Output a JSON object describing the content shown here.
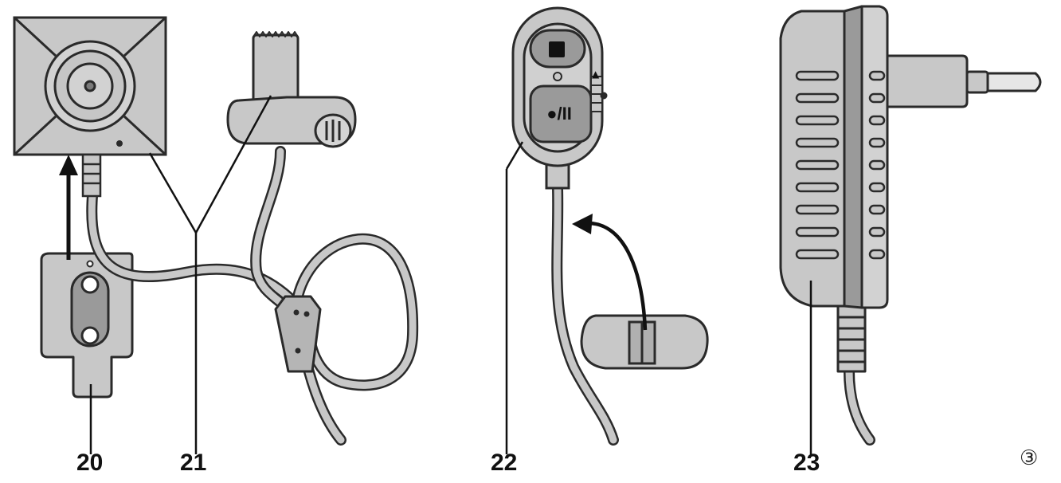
{
  "labels": {
    "camera_mount": "20",
    "camera_microphone": "21",
    "remote_control": "22",
    "power_adapter": "23"
  },
  "figure_number": "③",
  "remote": {
    "button_play_pause": "●/II",
    "slider_arrow": "▲"
  },
  "colors": {
    "fill": "#c8c8c8",
    "fill_light": "#d8d8d8",
    "stroke": "#2a2a2a"
  }
}
